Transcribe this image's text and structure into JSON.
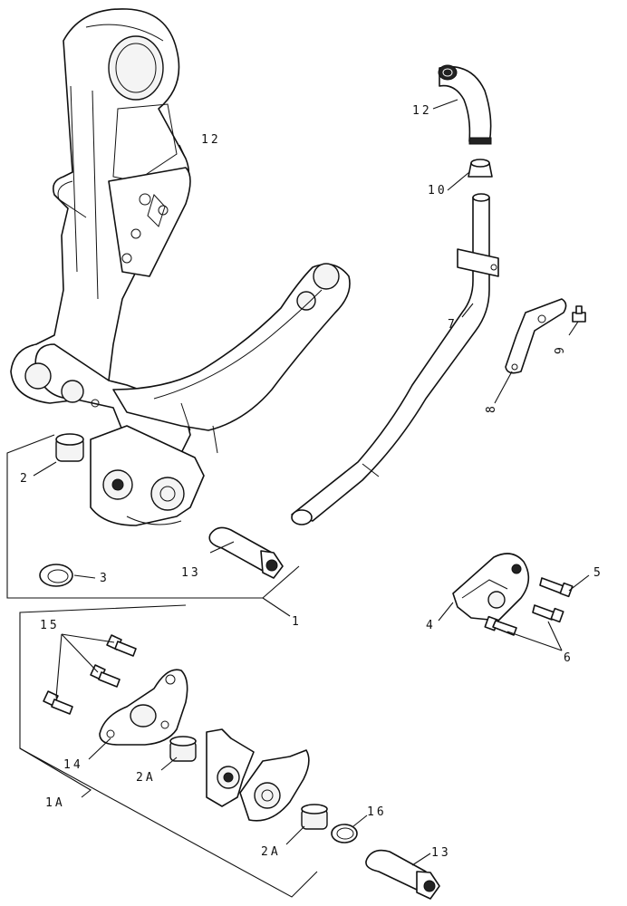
{
  "callouts": {
    "c1": "1",
    "c1a": "1A",
    "c2": "2",
    "c2a_upper": "2A",
    "c2a_lower": "2A",
    "c3": "3",
    "c4": "4",
    "c5": "5",
    "c6": "6",
    "c7": "7",
    "c8": "8",
    "c9": "9",
    "c10": "10",
    "c12_upper": "12",
    "c12_frame": "12",
    "c13_upper": "13",
    "c13_lower": "13",
    "c14": "14",
    "c15": "15",
    "c16": "16"
  },
  "colors": {
    "ink": "#111111",
    "paper": "#ffffff",
    "shade": "#f4f4f4"
  }
}
